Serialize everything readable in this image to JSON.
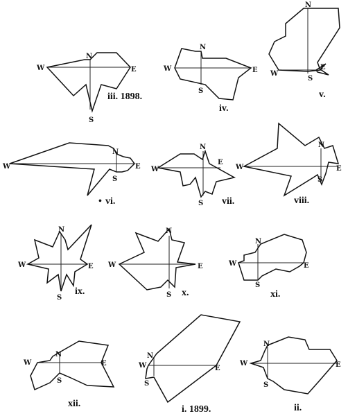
{
  "cardinals": {
    "n": "N",
    "s": "S",
    "e": "E",
    "w": "W"
  },
  "panels": [
    {
      "caption": "iii. 1898."
    },
    {
      "caption": "iv."
    },
    {
      "caption": "v."
    },
    {
      "caption": "vi.",
      "bullet": "•"
    },
    {
      "caption": "vii."
    },
    {
      "caption": "viii."
    },
    {
      "caption": "ix."
    },
    {
      "caption": "x."
    },
    {
      "caption": "xi."
    },
    {
      "caption": "xii."
    },
    {
      "caption": "i. 1899."
    },
    {
      "caption": "ii."
    }
  ],
  "colors": {
    "ink": "#111111",
    "paper": "#ffffff"
  }
}
